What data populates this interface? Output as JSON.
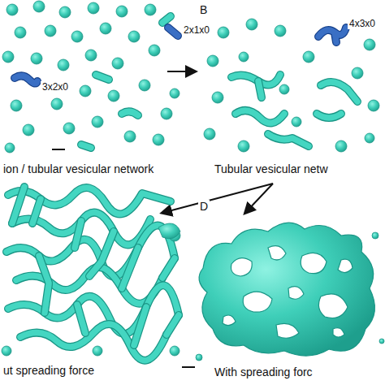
{
  "diagram": {
    "labels": [
      "2x1x0",
      "3x2x0",
      "B",
      "4x3x0",
      "ion / tubular vesicular network",
      "Tubular vesicular netw",
      "D",
      "ut spreading force",
      "With spreading forc"
    ]
  }
}
